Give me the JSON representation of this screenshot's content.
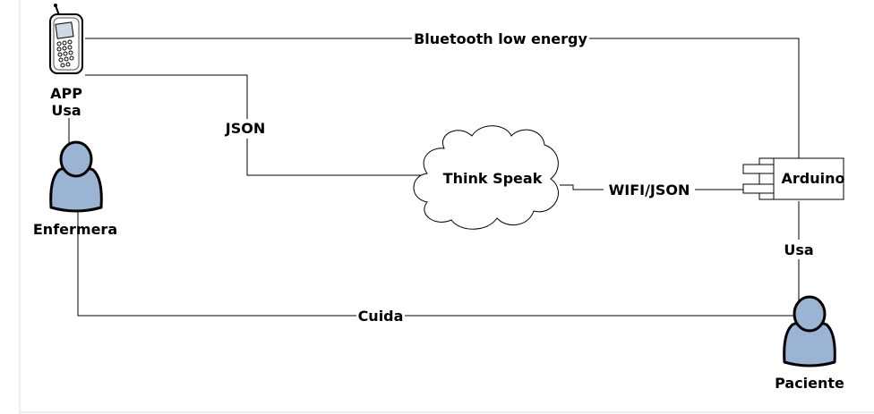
{
  "colors": {
    "background": "#ffffff",
    "line": "#000000",
    "person_fill": "#9bb4d4",
    "cloud_fill": "#ffffff",
    "grid_edge": "#d9d9d9"
  },
  "nodes": {
    "app": {
      "label_line1": "APP",
      "icon": "mobile-phone-icon"
    },
    "nurse": {
      "label": "Enfermera",
      "icon": "person-icon"
    },
    "cloud": {
      "label": "Think Speak",
      "icon": "cloud-icon"
    },
    "arduino": {
      "label": "Arduino",
      "icon": "component-icon"
    },
    "patient": {
      "label": "Paciente",
      "icon": "person-icon"
    }
  },
  "edges": {
    "bluetooth": {
      "label": "Bluetooth low energy"
    },
    "json": {
      "label": "JSON"
    },
    "wifi_json": {
      "label": "WIFI/JSON"
    },
    "app_nurse": {
      "label": "Usa"
    },
    "arduino_patient": {
      "label": "Usa"
    },
    "care": {
      "label": "Cuida"
    }
  }
}
